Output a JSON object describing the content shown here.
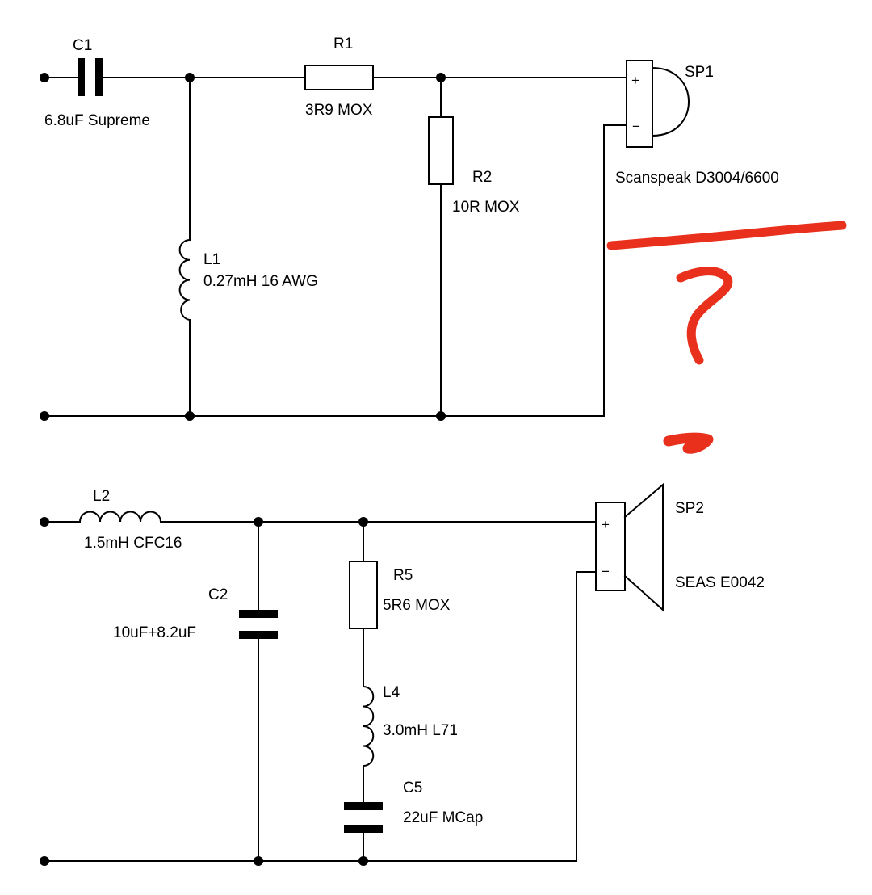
{
  "tweeter_section": {
    "c1": {
      "ref": "C1",
      "value": "6.8uF Supreme"
    },
    "r1": {
      "ref": "R1",
      "value": "3R9 MOX"
    },
    "r2": {
      "ref": "R2",
      "value": "10R  MOX"
    },
    "l1": {
      "ref": "L1",
      "value": "0.27mH 16 AWG"
    },
    "sp1": {
      "ref": "SP1",
      "model": "Scanspeak D3004/6600",
      "plus": "+",
      "minus": "−"
    }
  },
  "woofer_section": {
    "l2": {
      "ref": "L2",
      "value": "1.5mH CFC16"
    },
    "c2": {
      "ref": "C2",
      "value": "10uF+8.2uF"
    },
    "r5": {
      "ref": "R5",
      "value": "5R6 MOX"
    },
    "l4": {
      "ref": "L4",
      "value": "3.0mH L71"
    },
    "c5": {
      "ref": "C5",
      "value": "22uF MCap"
    },
    "sp2": {
      "ref": "SP2",
      "model": "SEAS E0042",
      "plus": "+",
      "minus": "−"
    }
  },
  "annotation": {
    "color": "#e8301c",
    "mark": "question-mark"
  },
  "colors": {
    "ink": "#000000",
    "background": "#ffffff",
    "annotation": "#e8301c"
  }
}
